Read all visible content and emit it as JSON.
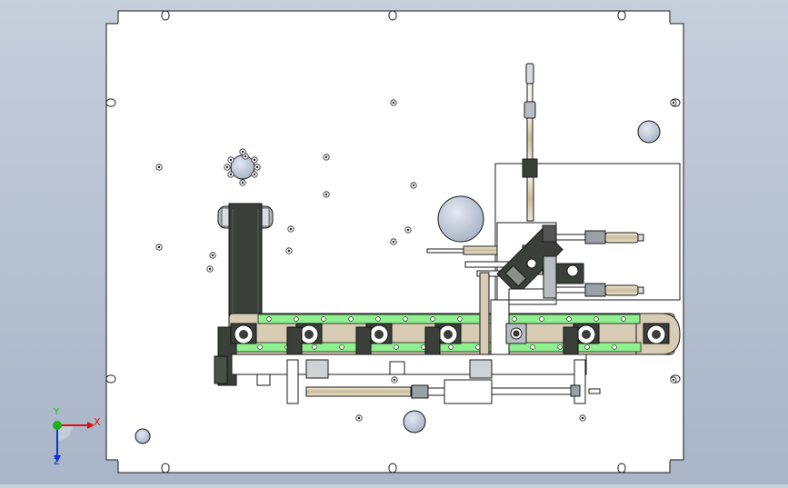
{
  "viewport": {
    "background": "#b9c4d3",
    "plate_color": "#ffffff",
    "line_color": "#1a1a1a",
    "belt_color": "#3a3f3a",
    "rail_green": "#8ef08e",
    "tan_color": "#d8ccb4",
    "part_gray": "#9aa0a6",
    "axis_x_color": "#e01010",
    "axis_y_color": "#19b019",
    "axis_z_color": "#1030d0"
  },
  "triad": {
    "x_label": "X",
    "y_label": "Y",
    "z_label": "Z"
  },
  "icons": [
    "coordinate-triad-icon"
  ]
}
